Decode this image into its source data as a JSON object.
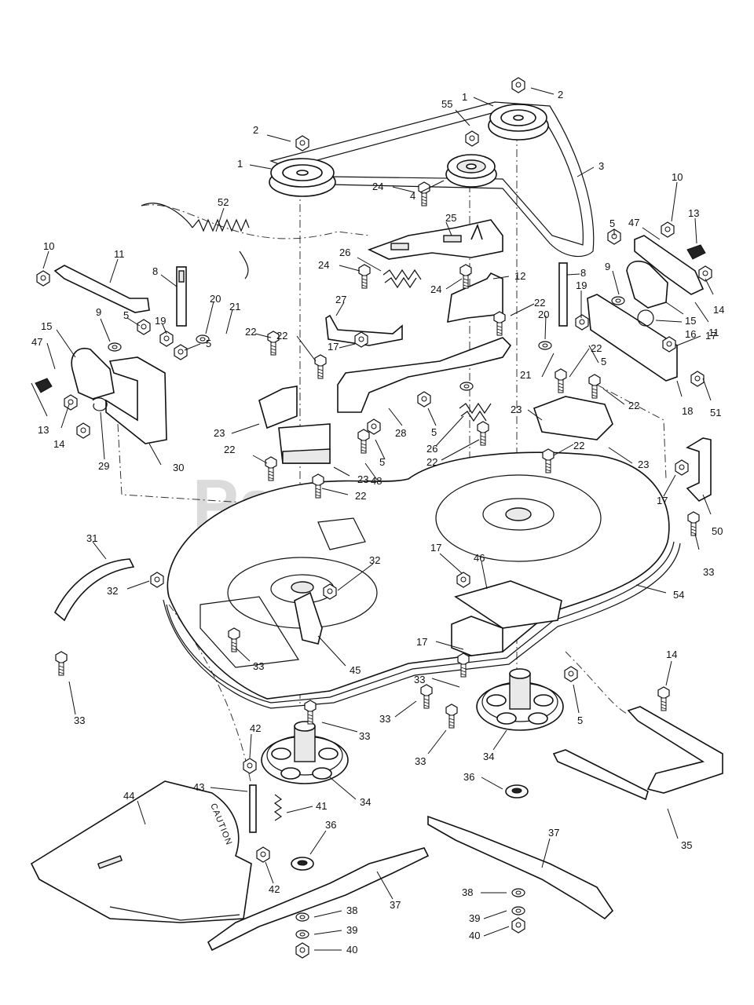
{
  "watermark": {
    "text": "PartsTree",
    "trademark": "TM"
  },
  "decal": {
    "caution_text": "CAUTION"
  },
  "callouts": [
    {
      "id": "c1",
      "label": "1"
    },
    {
      "id": "c2",
      "label": "2"
    },
    {
      "id": "c3",
      "label": "55"
    },
    {
      "id": "c4",
      "label": "3"
    },
    {
      "id": "c5",
      "label": "2"
    },
    {
      "id": "c6",
      "label": "1"
    },
    {
      "id": "c7",
      "label": "4"
    },
    {
      "id": "c8",
      "label": "52"
    },
    {
      "id": "c9",
      "label": "24"
    },
    {
      "id": "c10",
      "label": "25"
    },
    {
      "id": "c11",
      "label": "10"
    },
    {
      "id": "c12",
      "label": "13"
    },
    {
      "id": "c13",
      "label": "5"
    },
    {
      "id": "c14",
      "label": "47"
    },
    {
      "id": "c15",
      "label": "9"
    },
    {
      "id": "c16",
      "label": "10"
    },
    {
      "id": "c17",
      "label": "11"
    },
    {
      "id": "c18",
      "label": "8"
    },
    {
      "id": "c19",
      "label": "26"
    },
    {
      "id": "c20",
      "label": "24"
    },
    {
      "id": "c21",
      "label": "12"
    },
    {
      "id": "c22",
      "label": "24"
    },
    {
      "id": "c23",
      "label": "8"
    },
    {
      "id": "c24",
      "label": "19"
    },
    {
      "id": "c25",
      "label": "14"
    },
    {
      "id": "c26",
      "label": "15"
    },
    {
      "id": "c27",
      "label": "11"
    },
    {
      "id": "c28",
      "label": "16"
    },
    {
      "id": "c29",
      "label": "20"
    },
    {
      "id": "c30",
      "label": "21"
    },
    {
      "id": "c31",
      "label": "9"
    },
    {
      "id": "c32",
      "label": "5"
    },
    {
      "id": "c33",
      "label": "19"
    },
    {
      "id": "c34",
      "label": "27"
    },
    {
      "id": "c35",
      "label": "22"
    },
    {
      "id": "c36",
      "label": "20"
    },
    {
      "id": "c37",
      "label": "15"
    },
    {
      "id": "c38",
      "label": "47"
    },
    {
      "id": "c39",
      "label": "22"
    },
    {
      "id": "c40",
      "label": "22"
    },
    {
      "id": "c41",
      "label": "5"
    },
    {
      "id": "c42",
      "label": "17"
    },
    {
      "id": "c43",
      "label": "17"
    },
    {
      "id": "c44",
      "label": "22"
    },
    {
      "id": "c45",
      "label": "5"
    },
    {
      "id": "c46",
      "label": "18"
    },
    {
      "id": "c47",
      "label": "51"
    },
    {
      "id": "c48",
      "label": "21"
    },
    {
      "id": "c49",
      "label": "22"
    },
    {
      "id": "c50",
      "label": "13"
    },
    {
      "id": "c51",
      "label": "14"
    },
    {
      "id": "c52",
      "label": "29"
    },
    {
      "id": "c53",
      "label": "23"
    },
    {
      "id": "c54",
      "label": "28"
    },
    {
      "id": "c55",
      "label": "5"
    },
    {
      "id": "c56",
      "label": "23"
    },
    {
      "id": "c57",
      "label": "22"
    },
    {
      "id": "c58",
      "label": "23"
    },
    {
      "id": "c59",
      "label": "30"
    },
    {
      "id": "c60",
      "label": "26"
    },
    {
      "id": "c61",
      "label": "22"
    },
    {
      "id": "c62",
      "label": "5"
    },
    {
      "id": "c63",
      "label": "22"
    },
    {
      "id": "c64",
      "label": "23"
    },
    {
      "id": "c65",
      "label": "22"
    },
    {
      "id": "c66",
      "label": "23"
    },
    {
      "id": "c67",
      "label": "48"
    },
    {
      "id": "c68",
      "label": "22"
    },
    {
      "id": "c69",
      "label": "17"
    },
    {
      "id": "c70",
      "label": "50"
    },
    {
      "id": "c71",
      "label": "31"
    },
    {
      "id": "c72",
      "label": "32"
    },
    {
      "id": "c73",
      "label": "17"
    },
    {
      "id": "c74",
      "label": "46"
    },
    {
      "id": "c75",
      "label": "33"
    },
    {
      "id": "c76",
      "label": "32"
    },
    {
      "id": "c77",
      "label": "54"
    },
    {
      "id": "c78",
      "label": "33"
    },
    {
      "id": "c79",
      "label": "45"
    },
    {
      "id": "c80",
      "label": "17"
    },
    {
      "id": "c81",
      "label": "33"
    },
    {
      "id": "c82",
      "label": "14"
    },
    {
      "id": "c83",
      "label": "33"
    },
    {
      "id": "c84",
      "label": "33"
    },
    {
      "id": "c85",
      "label": "5"
    },
    {
      "id": "c86",
      "label": "33"
    },
    {
      "id": "c87",
      "label": "34"
    },
    {
      "id": "c88",
      "label": "33"
    },
    {
      "id": "c89",
      "label": "42"
    },
    {
      "id": "c90",
      "label": "36"
    },
    {
      "id": "c91",
      "label": "44"
    },
    {
      "id": "c92",
      "label": "43"
    },
    {
      "id": "c93",
      "label": "34"
    },
    {
      "id": "c94",
      "label": "41"
    },
    {
      "id": "c95",
      "label": "36"
    },
    {
      "id": "c96",
      "label": "35"
    },
    {
      "id": "c97",
      "label": "37"
    },
    {
      "id": "c98",
      "label": "42"
    },
    {
      "id": "c99",
      "label": "37"
    },
    {
      "id": "c100",
      "label": "38"
    },
    {
      "id": "c101",
      "label": "38"
    },
    {
      "id": "c102",
      "label": "39"
    },
    {
      "id": "c103",
      "label": "39"
    },
    {
      "id": "c104",
      "label": "40"
    },
    {
      "id": "c105",
      "label": "40"
    }
  ]
}
